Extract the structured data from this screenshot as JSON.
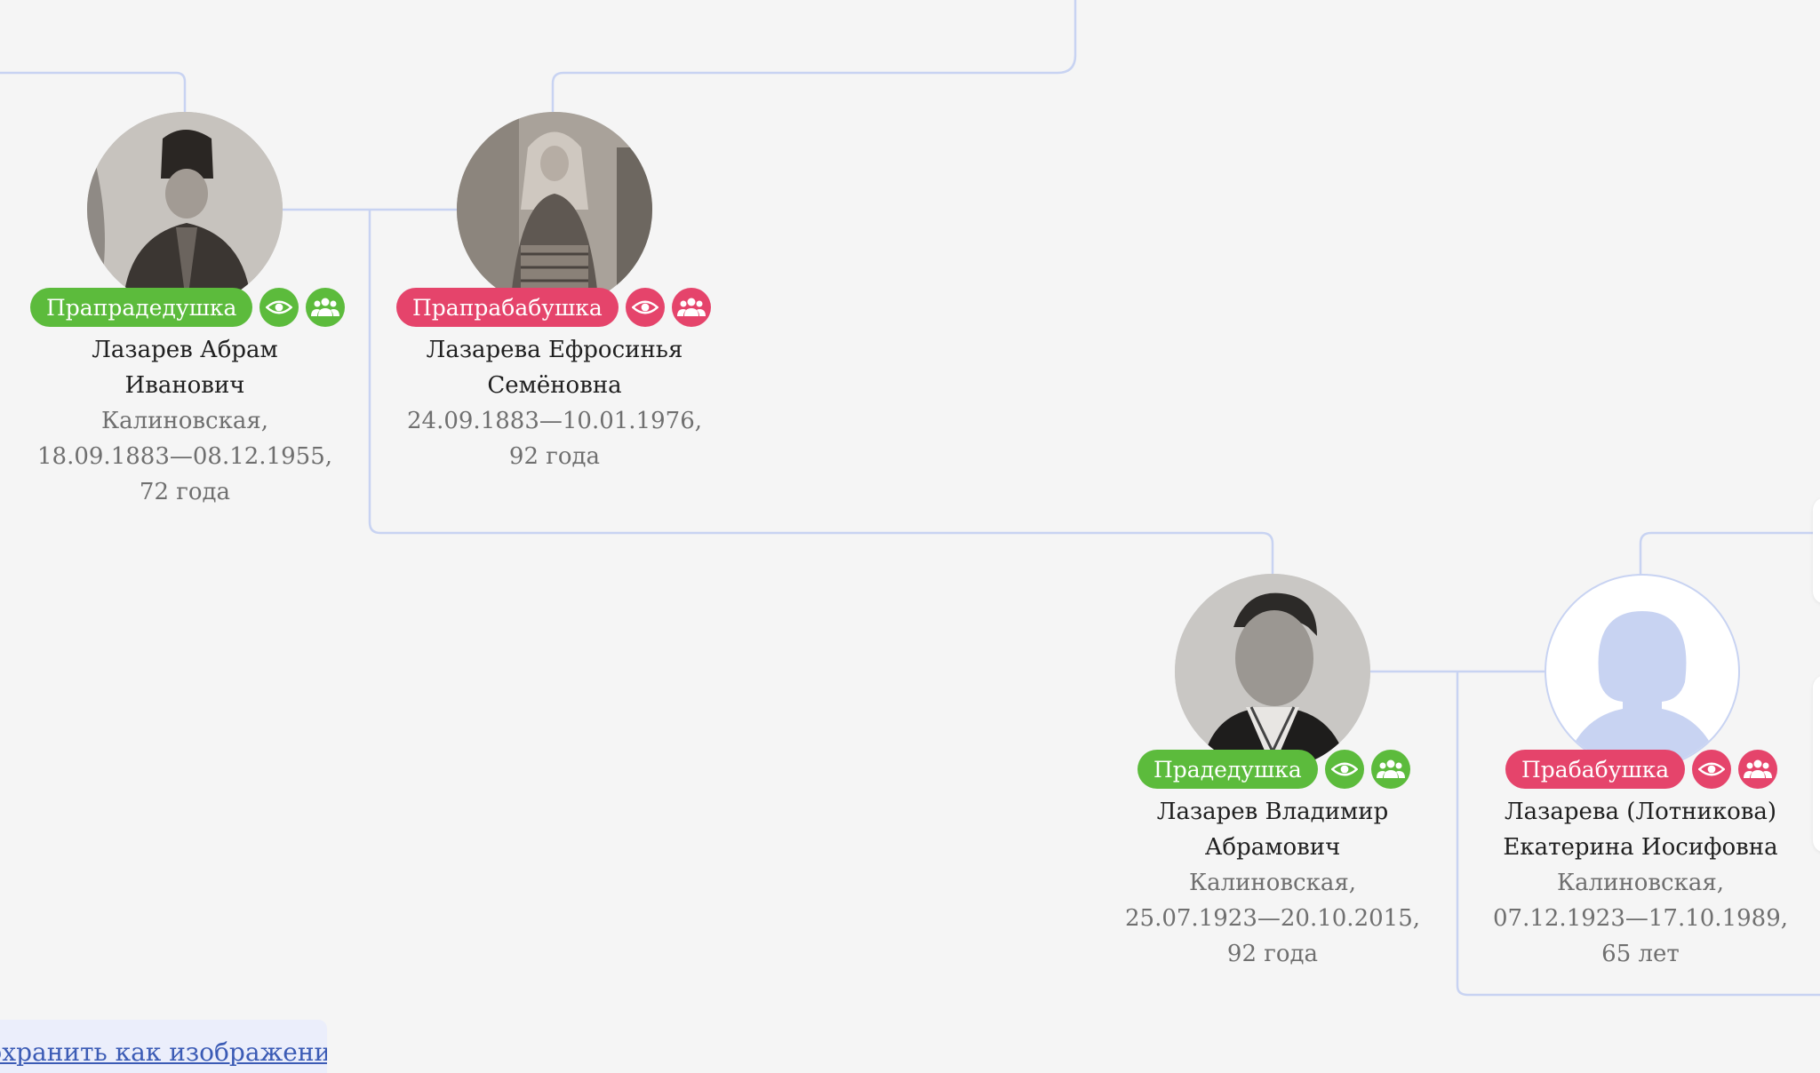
{
  "people": [
    {
      "id": "p1",
      "gender": "male",
      "relation": "Прапрадедушка",
      "name_line1": "Лазарев Абрам",
      "name_line2": "Иванович",
      "details": [
        "Калиновская,",
        "18.09.1883—08.12.1955,",
        "72 года"
      ],
      "photo": "vintage-photo-man-in-papakha"
    },
    {
      "id": "p2",
      "gender": "female",
      "relation": "Прапрабабушка",
      "name_line1": "Лазарева Ефросинья",
      "name_line2": "Семёновна",
      "details": [
        "24.09.1883—10.01.1976,",
        "92 года"
      ],
      "photo": "vintage-photo-woman-in-headscarf"
    },
    {
      "id": "p3",
      "gender": "male",
      "relation": "Прадедушка",
      "name_line1": "Лазарев Владимир",
      "name_line2": "Абрамович",
      "details": [
        "Калиновская,",
        "25.07.1923—20.10.2015,",
        "92 года"
      ],
      "photo": "portrait-photo-young-sailor"
    },
    {
      "id": "p4",
      "gender": "female",
      "relation": "Прабабушка",
      "name_line1": "Лазарева (Лотникова)",
      "name_line2": "Екатерина Иосифовна",
      "details": [
        "Калиновская,",
        "07.12.1923—17.10.1989,",
        "65 лет"
      ],
      "photo": "placeholder-female-silhouette"
    }
  ],
  "icons": {
    "view": "eye-icon",
    "family": "family-group-icon"
  },
  "colors": {
    "male": "#5cbb3c",
    "female": "#e5446b",
    "line": "#c8d3f2",
    "placeholder": "#c8d3f2",
    "background": "#f5f5f5"
  },
  "save_link": "Сохранить как изображение"
}
